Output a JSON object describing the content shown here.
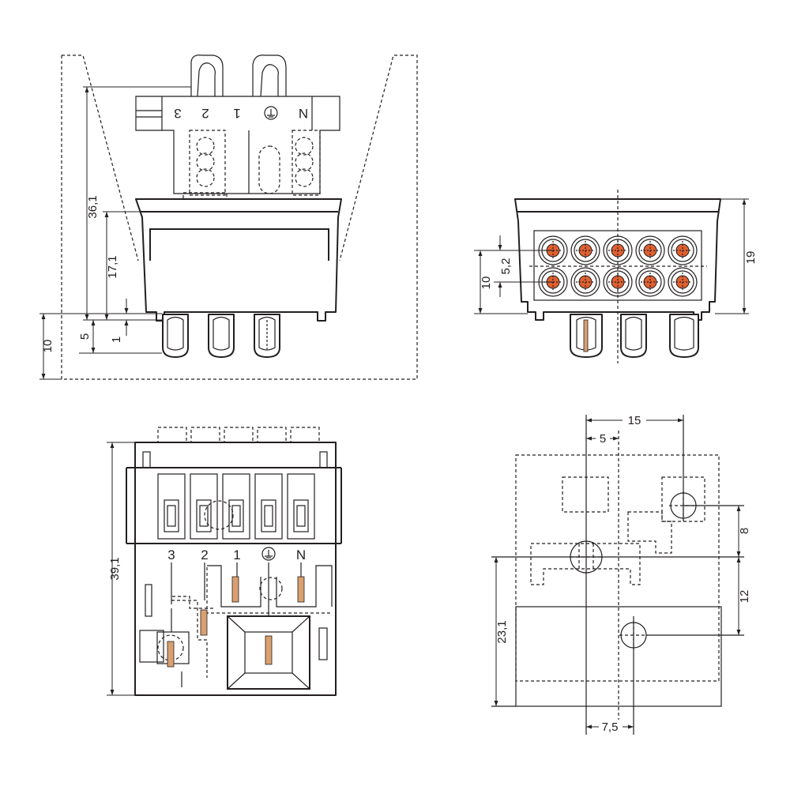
{
  "colors": {
    "line": "#231f20",
    "contact": "#e06030",
    "contact_ring": "#ffffff",
    "bronze": "#d9a070",
    "background": "#ffffff"
  },
  "icons": {
    "ground": "ground-symbol-icon",
    "arrow": "dimension-arrow-icon"
  },
  "side_view": {
    "terminal_labels": [
      "3",
      "2",
      "1",
      "N"
    ],
    "dims": {
      "overall_height": "36,1",
      "body_height": "17,1",
      "pin_length": "5",
      "step": "1",
      "below_surface": "10"
    }
  },
  "front_view": {
    "dims": {
      "height": "19",
      "row_pitch": "5,2",
      "rows_span": "10"
    }
  },
  "top_view": {
    "terminal_labels": [
      "3",
      "2",
      "1",
      "N"
    ],
    "dims": {
      "length": "39,1"
    }
  },
  "footprint_view": {
    "dims": {
      "x_far": "15",
      "x_near": "5",
      "x_bottom": "7,5",
      "y_upper": "8",
      "y_lower": "12",
      "y_total": "23,1"
    }
  }
}
